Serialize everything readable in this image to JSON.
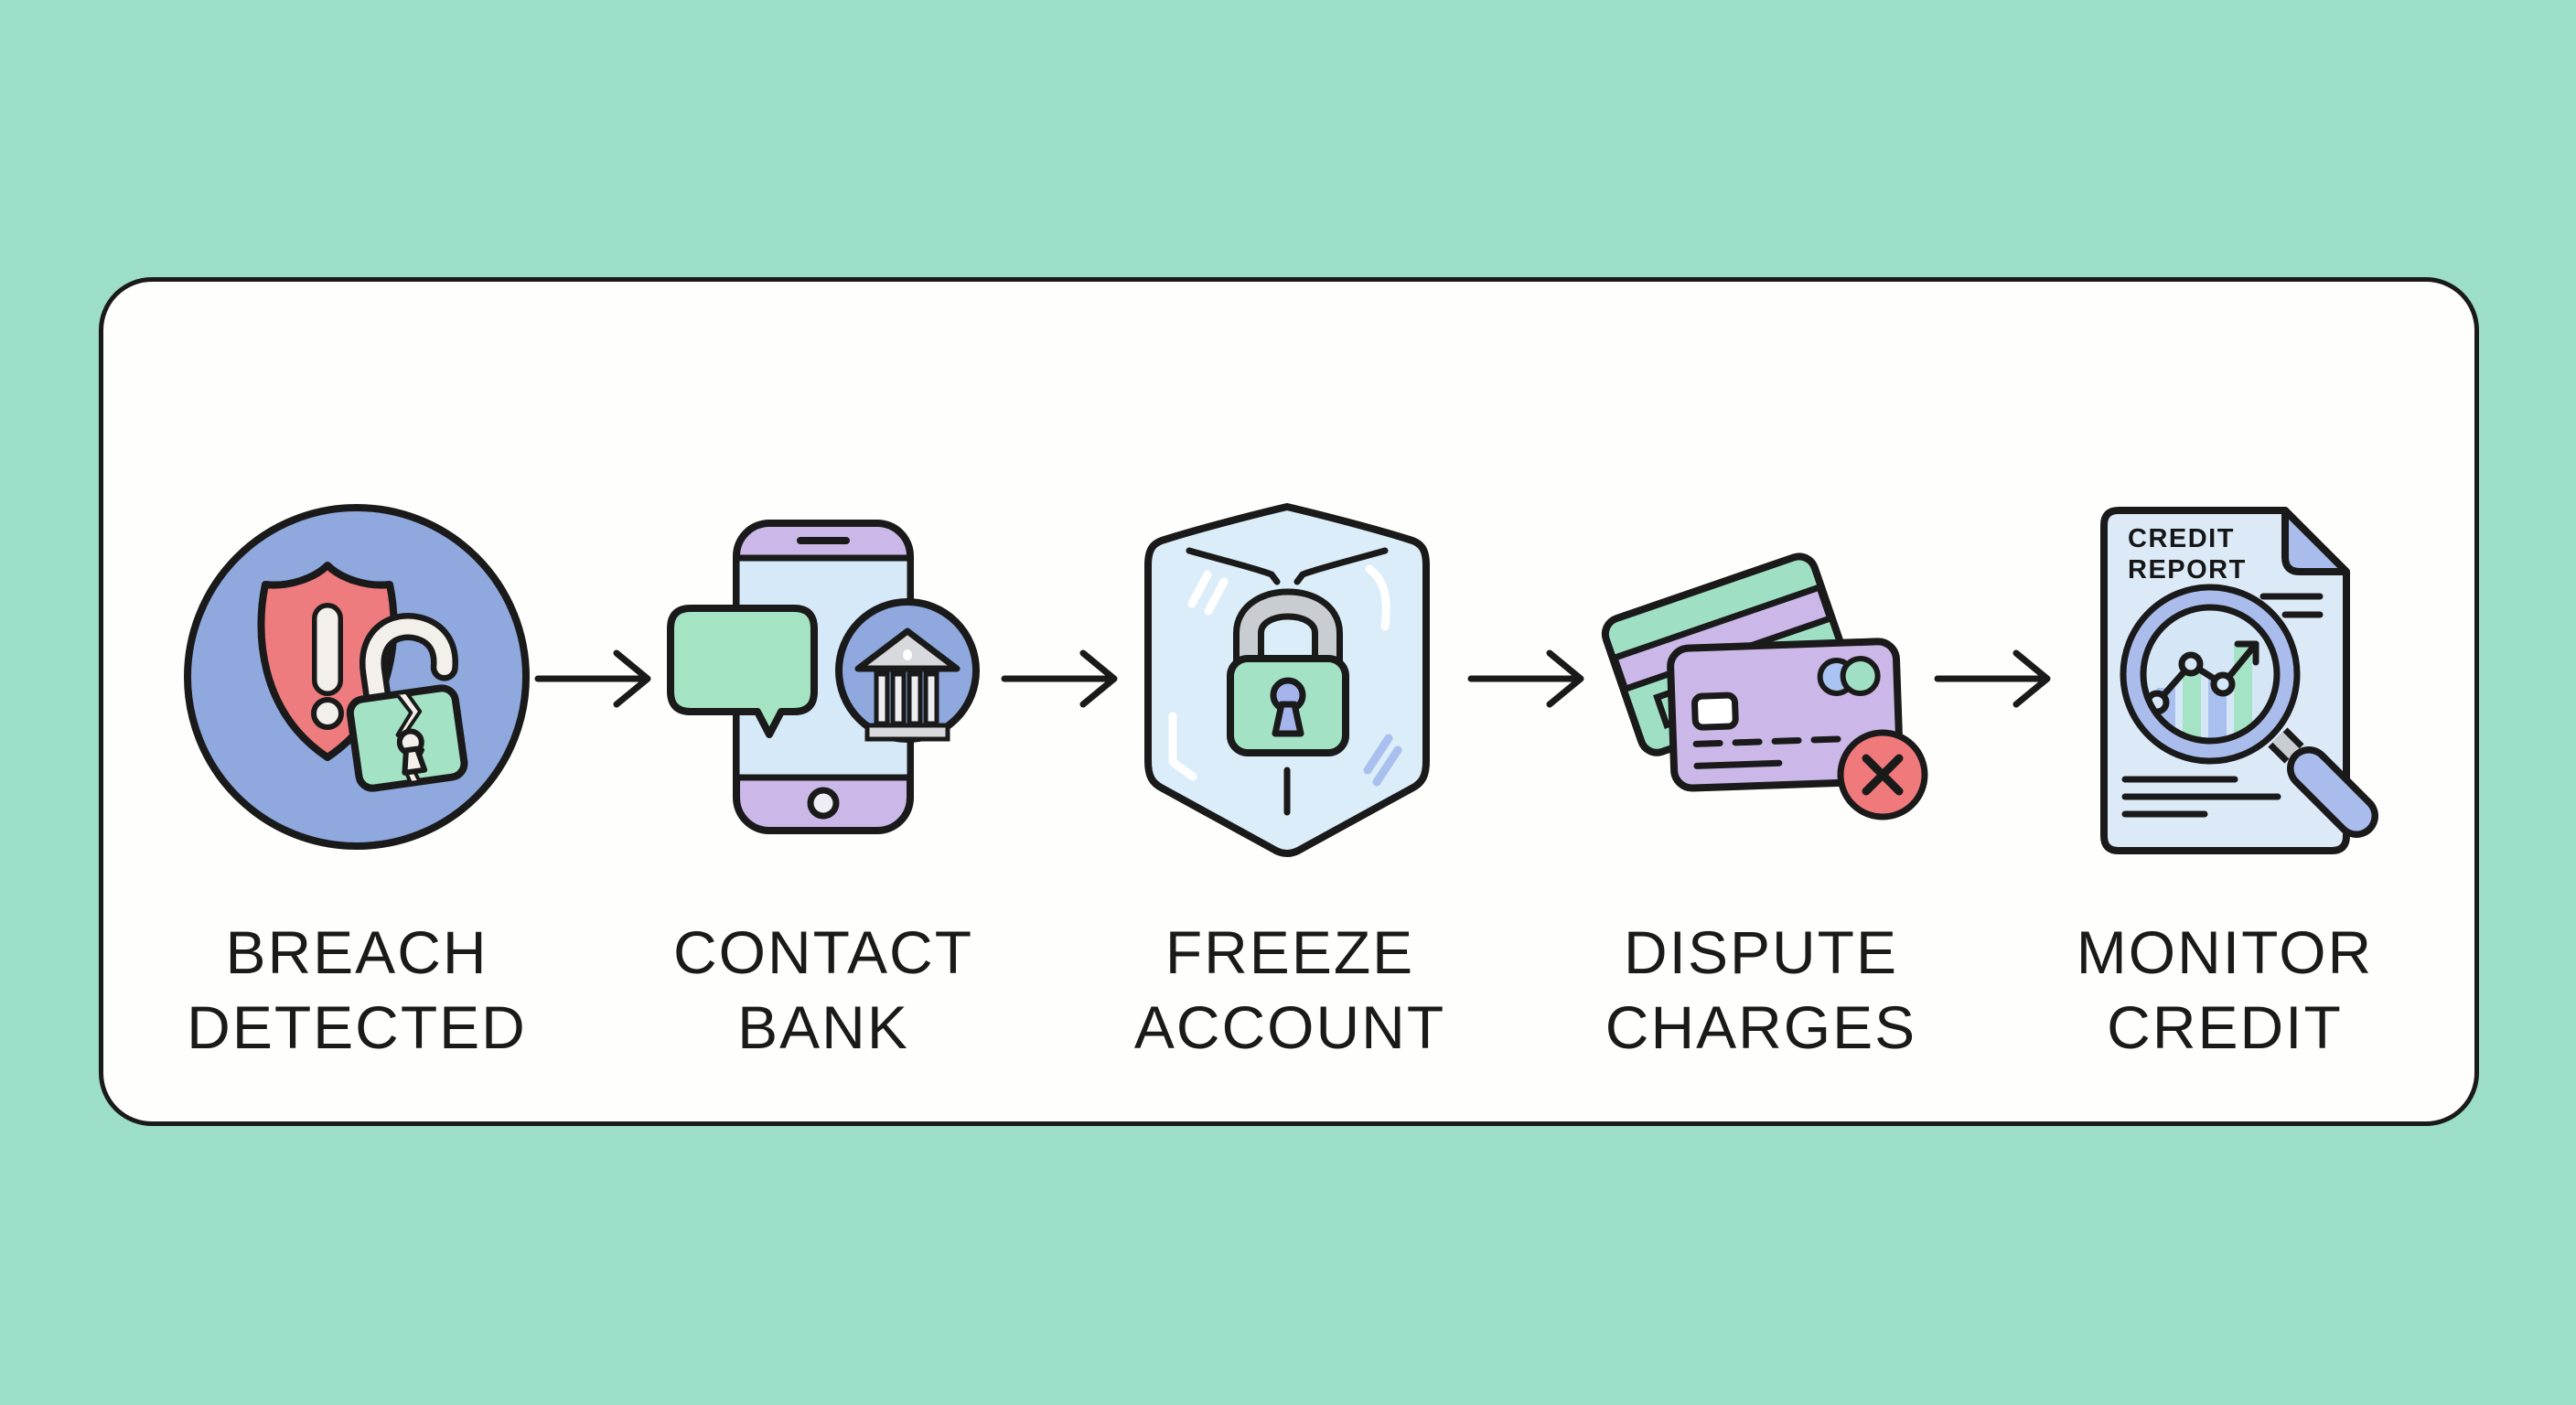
{
  "infographic": {
    "type": "process-flow",
    "description": "Five-step identity breach response flow on a white rounded card over a mint background"
  },
  "steps": [
    {
      "id": "breach-detected",
      "label_line1": "BREACH",
      "label_line2": "DETECTED",
      "icon": "shield-alert-broken-lock-icon"
    },
    {
      "id": "contact-bank",
      "label_line1": "CONTACT",
      "label_line2": "BANK",
      "icon": "phone-message-bank-icon"
    },
    {
      "id": "freeze-account",
      "label_line1": "FREEZE",
      "label_line2": "ACCOUNT",
      "icon": "frozen-padlock-icon"
    },
    {
      "id": "dispute-charges",
      "label_line1": "DISPUTE",
      "label_line2": "CHARGES",
      "icon": "credit-cards-declined-icon"
    },
    {
      "id": "monitor-credit",
      "label_line1": "MONITOR",
      "label_line2": "CREDIT",
      "icon": "credit-report-magnifier-icon"
    }
  ],
  "monitor_icon": {
    "doc_title_line1": "CREDIT",
    "doc_title_line2": "REPORT"
  },
  "arrow_count": 4,
  "colors": {
    "background": "#9CDEC7",
    "card": "#FEFEFC",
    "ink": "#1A1A1A",
    "periwinkle": "#8FA9DE",
    "periwinkle-light": "#A9BCEC",
    "alert-red": "#EE7C7E",
    "cream": "#F3EFEA",
    "mint-icon": "#A3E2C5",
    "purple": "#CBB8E8",
    "screen-blue": "#D6E9F9",
    "ice-blue": "#DAEDF9",
    "doc-blue": "#DCEAF8",
    "bank-grey": "#D8D9DD",
    "shackle-grey": "#C9CDD2",
    "keyhole-blue": "#A5B5EC",
    "chip-blue": "#A9C4F2"
  }
}
